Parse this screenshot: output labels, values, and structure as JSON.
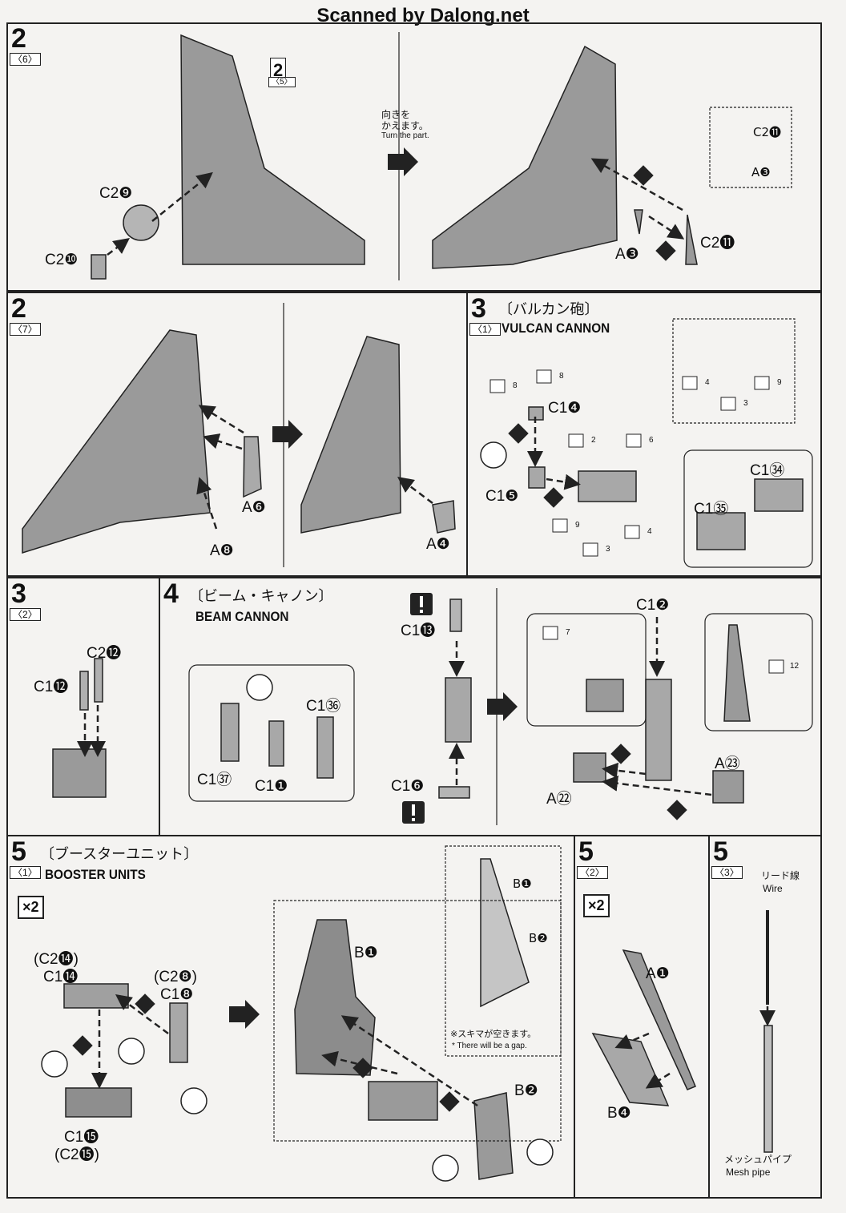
{
  "header": {
    "watermark": "Scanned by Dalong.net"
  },
  "steps": {
    "s2_6": {
      "num": "2",
      "sub": "〈6〉",
      "ref_num": "2",
      "ref_sub": "〈5〉",
      "turn_jp_1": "向きを",
      "turn_jp_2": "かえます。",
      "turn_en": "Turn the part.",
      "labels": [
        "C2❾",
        "C2❿",
        "C2⓫",
        "A❸",
        "C2⓫",
        "A❸"
      ]
    },
    "s2_7": {
      "num": "2",
      "sub": "〈7〉",
      "labels": [
        "A❻",
        "A❽",
        "A❹"
      ]
    },
    "s3_1": {
      "num": "3",
      "sub": "〈1〉",
      "title_jp": "〔バルカン砲〕",
      "title_en": "VULCAN CANNON",
      "labels": [
        "C1❹",
        "C1❺",
        "C1㉞",
        "C1㉟"
      ],
      "stickers": [
        "8",
        "8",
        "2",
        "6",
        "9",
        "4",
        "3",
        "4",
        "9",
        "3"
      ]
    },
    "s3_2": {
      "num": "3",
      "sub": "〈2〉",
      "labels": [
        "C2⓬",
        "C1⓬"
      ]
    },
    "s4": {
      "num": "4",
      "title_jp": "〔ビーム・キャノン〕",
      "title_en": "BEAM CANNON",
      "labels": [
        "C1⓭",
        "C1㊱",
        "C1㊲",
        "C1❶",
        "C1❻",
        "C1❷",
        "A㉓",
        "A㉒"
      ],
      "stickers": [
        "7",
        "12"
      ]
    },
    "s5_1": {
      "num": "5",
      "sub": "〈1〉",
      "title_jp": "〔ブースターユニット〕",
      "title_en": "BOOSTER UNITS",
      "x2": "×2",
      "labels": [
        "(C2⓮)",
        "C1⓮",
        "(C2❽)",
        "C1❽",
        "C1⓯",
        "(C2⓯)",
        "B❶",
        "B❷",
        "B❶",
        "B❷"
      ],
      "gap_jp": "※スキマが空きます。",
      "gap_en": "* There will be a gap."
    },
    "s5_2": {
      "num": "5",
      "sub": "〈2〉",
      "x2": "×2",
      "labels": [
        "A❶",
        "B❹"
      ]
    },
    "s5_3": {
      "num": "5",
      "sub": "〈3〉",
      "wire_jp": "リード線",
      "wire_en": "Wire",
      "mesh_jp": "メッシュパイプ",
      "mesh_en": "Mesh pipe"
    }
  },
  "colors": {
    "part_fill": "#9a9a9a",
    "part_dark": "#6d6d6d",
    "line": "#222222",
    "page": "#f4f3f1"
  },
  "icons": [
    "arrow-right-icon",
    "no-cut-icon",
    "warning-icon",
    "step-number-icon",
    "sticker-icon"
  ]
}
